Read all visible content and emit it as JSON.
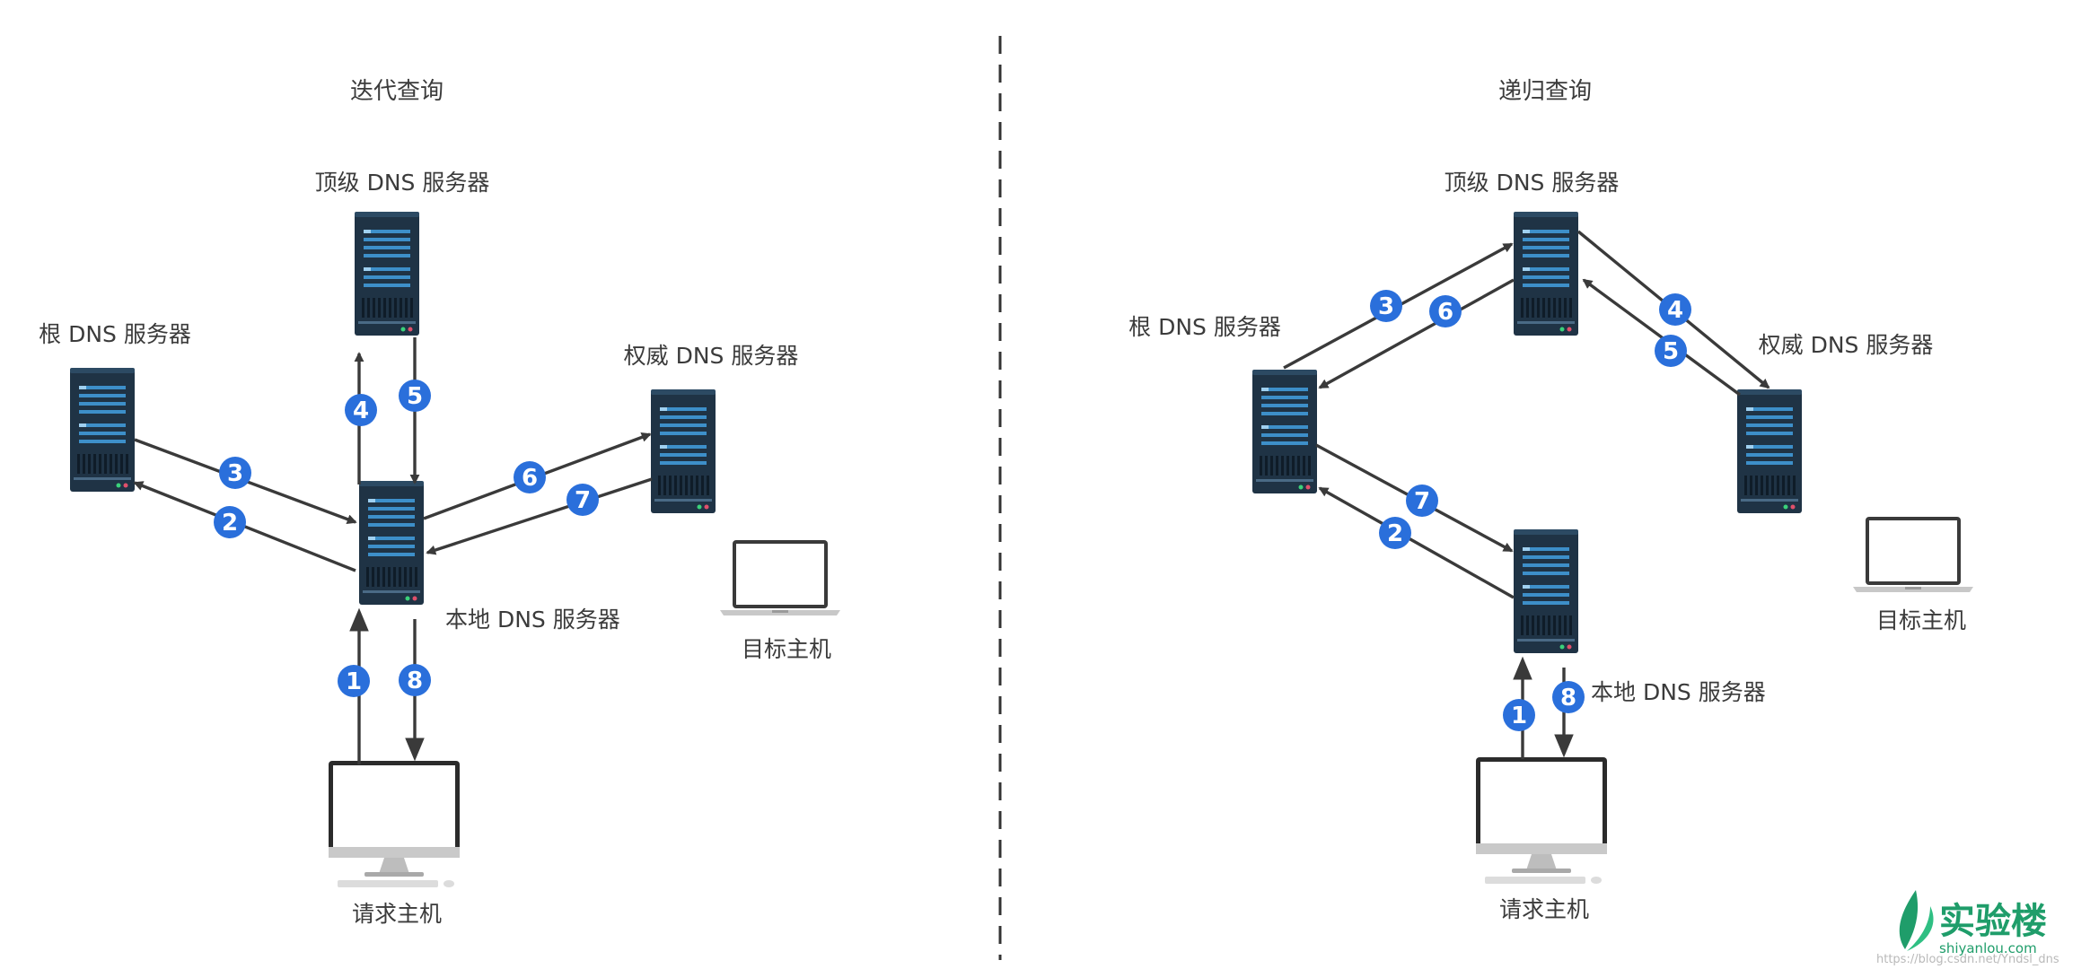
{
  "panels": [
    {
      "title": "迭代查询",
      "labels": {
        "root": "根 DNS 服务器",
        "tld": "顶级 DNS 服务器",
        "auth": "权威 DNS 服务器",
        "local": "本地 DNS 服务器",
        "target": "目标主机",
        "client": "请求主机"
      },
      "steps": [
        "1",
        "2",
        "3",
        "4",
        "5",
        "6",
        "7",
        "8"
      ]
    },
    {
      "title": "递归查询",
      "labels": {
        "root": "根 DNS 服务器",
        "tld": "顶级 DNS 服务器",
        "auth": "权威 DNS 服务器",
        "local": "本地 DNS 服务器",
        "target": "目标主机",
        "client": "请求主机"
      },
      "steps": [
        "1",
        "2",
        "3",
        "4",
        "5",
        "6",
        "7",
        "8"
      ]
    }
  ],
  "brand": {
    "name": "实验楼",
    "domain": "shiyanlou.com"
  },
  "watermark": "https://blog.csdn.net/Yndsl_dns",
  "colors": {
    "step_badge": "#2a6fdb",
    "server_body": "#1f3345",
    "server_slot": "#3d8fc9",
    "arrow": "#3a3a3a",
    "divider": "#333333",
    "brand": "#1f9d6a"
  },
  "icons": {
    "server": "server-rack-icon",
    "client": "desktop-monitor-icon",
    "target": "laptop-icon",
    "brand": "leaf-logo-icon"
  }
}
